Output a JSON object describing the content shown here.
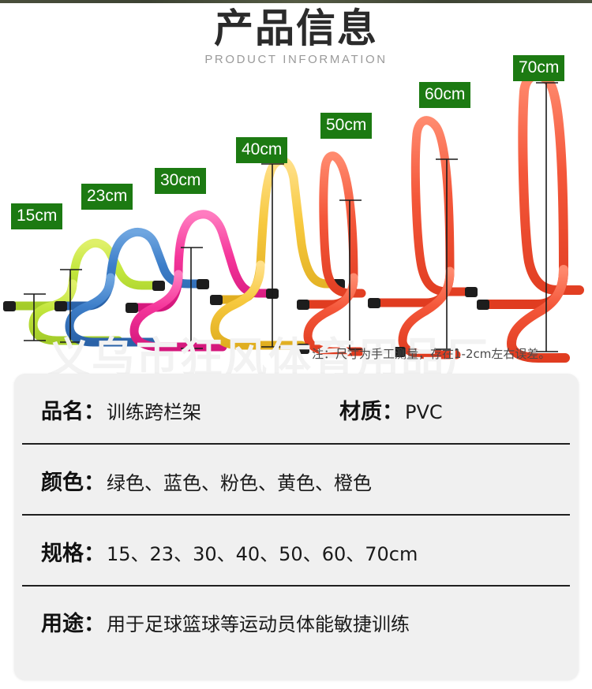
{
  "header": {
    "title": "产品信息",
    "subtitle": "PRODUCT INFORMATION"
  },
  "product": {
    "watermark": "义乌市狂风体育用品厂",
    "note": "注：尺寸为手工测量，存在1-2cm左右误差。",
    "badge_color": "#1c7a12",
    "hurdles": [
      {
        "label": "15cm",
        "color": "#c2e63c",
        "height_cm": 15
      },
      {
        "label": "23cm",
        "color": "#3d7ec9",
        "height_cm": 23
      },
      {
        "label": "30cm",
        "color": "#f5369b",
        "height_cm": 30
      },
      {
        "label": "40cm",
        "color": "#f7c93f",
        "height_cm": 40
      },
      {
        "label": "50cm",
        "color": "#f4573a",
        "height_cm": 50
      },
      {
        "label": "60cm",
        "color": "#f4573a",
        "height_cm": 60
      },
      {
        "label": "70cm",
        "color": "#f4573a",
        "height_cm": 70
      }
    ]
  },
  "info_card": {
    "rows": [
      {
        "fields": [
          {
            "label": "品名：",
            "value": "训练跨栏架"
          },
          {
            "label": "材质：",
            "value": "PVC"
          }
        ]
      },
      {
        "fields": [
          {
            "label": "颜色：",
            "value": "绿色、蓝色、粉色、黄色、橙色"
          }
        ]
      },
      {
        "fields": [
          {
            "label": "规格：",
            "value": "15、23、30、40、50、60、70cm"
          }
        ]
      },
      {
        "fields": [
          {
            "label": "用途：",
            "value": "用于足球篮球等运动员体能敏捷训练"
          }
        ]
      }
    ]
  }
}
